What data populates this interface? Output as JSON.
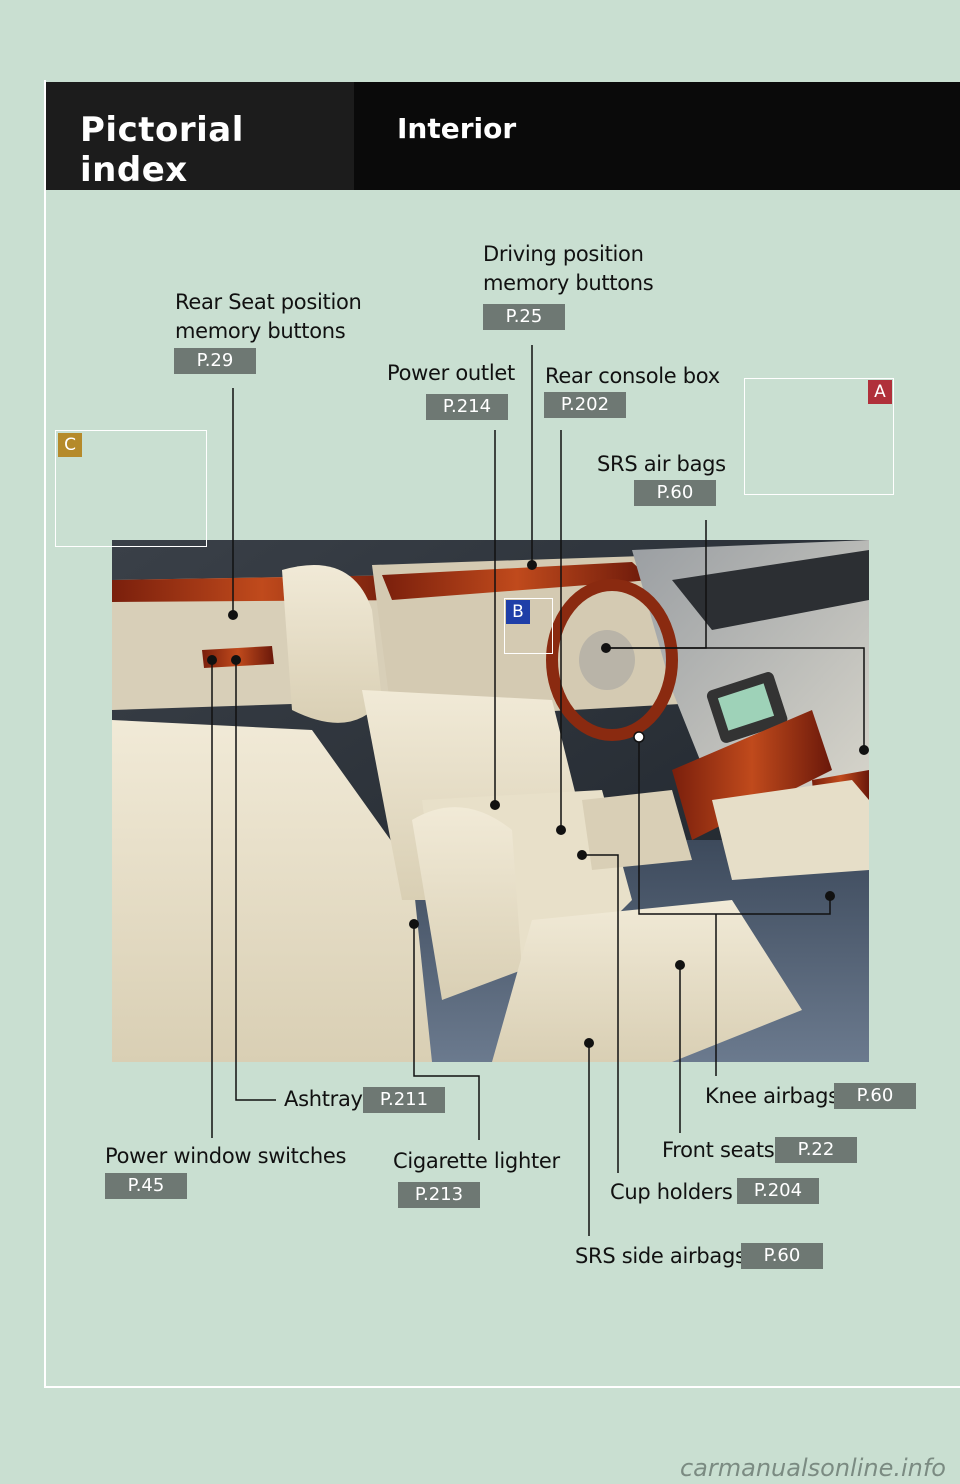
{
  "header": {
    "title": "Pictorial index",
    "section": "Interior"
  },
  "markers": {
    "a": "A",
    "b": "B",
    "c": "C"
  },
  "colors": {
    "marker_a": "#b0303a",
    "marker_b": "#1f3fa8",
    "marker_c": "#b58a2a",
    "page_tag": "#6e7873",
    "background": "#c9dfd1"
  },
  "callouts": {
    "rear_seat_memory": {
      "line1": "Rear Seat position",
      "line2": "memory buttons",
      "page": "P.29"
    },
    "driving_memory": {
      "line1": "Driving position",
      "line2": "memory buttons",
      "page": "P.25"
    },
    "power_outlet": {
      "label": "Power outlet",
      "page": "P.214"
    },
    "rear_console": {
      "label": "Rear console box",
      "page": "P.202"
    },
    "srs_airbags": {
      "label": "SRS air bags",
      "page": "P.60"
    },
    "ashtray": {
      "label": "Ashtray",
      "page": "P.211"
    },
    "knee_airbags": {
      "label": "Knee airbags",
      "page": "P.60"
    },
    "power_window": {
      "label": "Power window switches",
      "page": "P.45"
    },
    "cigarette_lighter": {
      "label": "Cigarette lighter",
      "page": "P.213"
    },
    "front_seats": {
      "label": "Front seats",
      "page": "P.22"
    },
    "cup_holders": {
      "label": "Cup holders",
      "page": "P.204"
    },
    "srs_side_airbags": {
      "label": "SRS side airbags",
      "page": "P.60"
    }
  },
  "watermark": "carmanualsonline.info"
}
